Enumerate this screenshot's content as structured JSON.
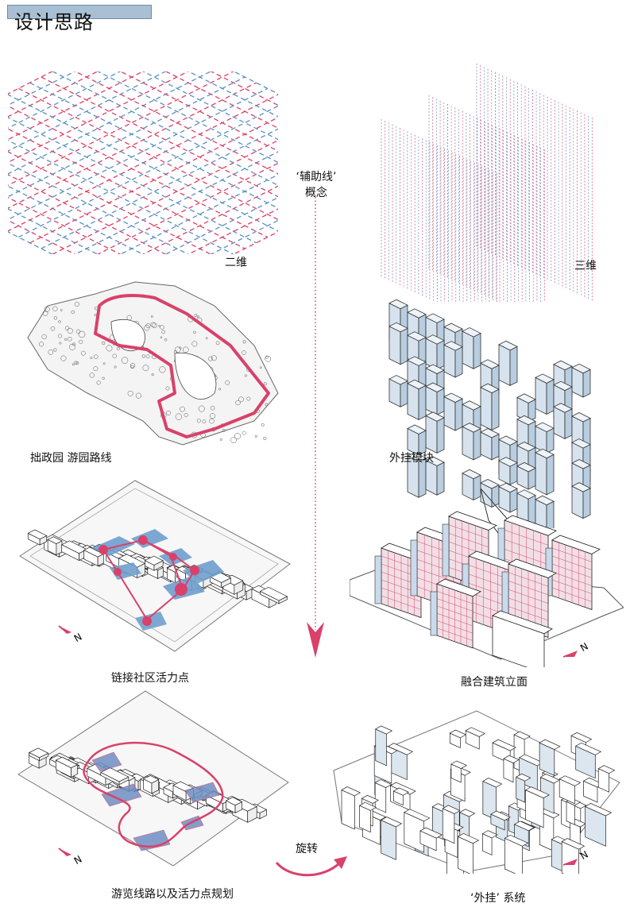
{
  "header": {
    "title": "设计思路"
  },
  "concept": {
    "line1": "‘辅助线’",
    "line2": "概念"
  },
  "labels": {
    "two_d": "二维",
    "three_d": "三维",
    "garden_route": "拙政园 游园路线",
    "modules": "外挂模块",
    "link_points": "链接社区活力点",
    "facade": "融合建筑立面",
    "tour_plan": "游览线路以及活力点规划",
    "system": "‘外挂’ 系统",
    "rotate": "旋转"
  },
  "north_marker": "N",
  "colors": {
    "red": "#d9416a",
    "blue": "#5b8fc4",
    "title_bar": "#a9bfd4",
    "module_fill": "#dbe6ef"
  }
}
